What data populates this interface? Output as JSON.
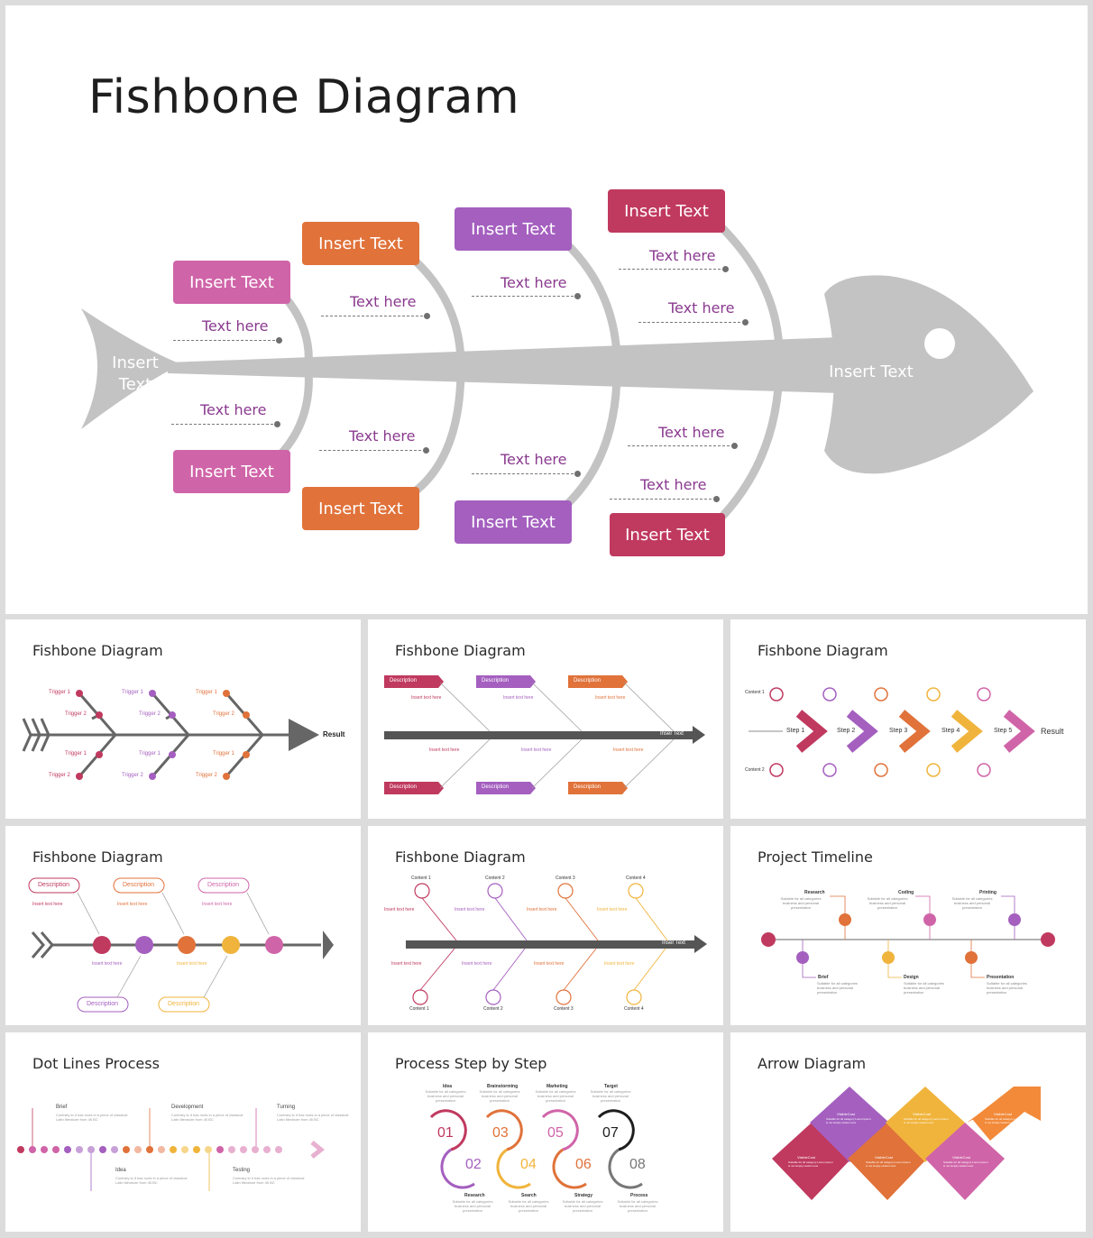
{
  "hero": {
    "title": "Fishbone Diagram",
    "tail_label": "Insert\nText",
    "head_label": "Insert Text",
    "boxes_top": [
      "Insert Text",
      "Insert Text",
      "Insert Text",
      "Insert Text"
    ],
    "boxes_bottom": [
      "Insert Text",
      "Insert Text",
      "Insert Text",
      "Insert Text"
    ],
    "lines_top": [
      "Text here",
      "Text here",
      "Text here",
      "Text here",
      "Text here"
    ],
    "lines_bottom": [
      "Text here",
      "Text here",
      "Text here",
      "Text here",
      "Text here"
    ]
  },
  "colors": {
    "pink": "#d064a8",
    "orange": "#e0723a",
    "purple": "#a45fbf",
    "crimson": "#c0395f",
    "gold": "#f0b43c",
    "grey": "#c3c3c3"
  },
  "thumbnails": [
    {
      "title": "Fishbone Diagram",
      "kind": "fishbone-triggers",
      "result": "Result",
      "trigger1": "Trigger 1",
      "trigger2": "Trigger 2"
    },
    {
      "title": "Fishbone Diagram",
      "kind": "fishbone-arrow",
      "tag": "Description",
      "bar_label": "Inser Text",
      "line_text": "Insert text here"
    },
    {
      "title": "Fishbone Diagram",
      "kind": "chevron-steps",
      "steps": [
        "Step 1",
        "Step 2",
        "Step 3",
        "Step 4",
        "Step 5"
      ],
      "result": "Result",
      "content1": "Content 1",
      "content2": "Content 2"
    },
    {
      "title": "Fishbone Diagram",
      "kind": "icon-spine",
      "tag": "Description",
      "line_text": "Insert text here"
    },
    {
      "title": "Fishbone Diagram",
      "kind": "content-spine",
      "bar_label": "Inser Text",
      "contents": [
        "Content 1",
        "Content 2",
        "Content 3",
        "Content 4"
      ],
      "line_text": "Insert text here"
    },
    {
      "title": "Project Timeline",
      "kind": "timeline",
      "top": [
        "Research",
        "Coding",
        "Printing"
      ],
      "bottom": [
        "Brief",
        "Design",
        "Presentation"
      ],
      "desc": "Suitable for all categories business and personal presentation"
    },
    {
      "title": "Dot Lines Process",
      "kind": "dots",
      "top": [
        "Brief",
        "Development",
        "Turning"
      ],
      "bottom": [
        "Idea",
        "Testing"
      ],
      "desc": "Contrary to it has roots in a piece of classical Latin literature from 45 BC"
    },
    {
      "title": "Process Step by Step",
      "kind": "loops",
      "nums": [
        "01",
        "02",
        "03",
        "04",
        "05",
        "06",
        "07",
        "08"
      ],
      "top": [
        "Idea",
        "Brainstorming",
        "Marketing",
        "Target"
      ],
      "bottom": [
        "Research",
        "Search",
        "Strategy",
        "Process"
      ],
      "desc": "Suitable for all categories business and personal presentation"
    },
    {
      "title": "Arrow Diagram",
      "kind": "arrows",
      "label": "VisibleCost",
      "desc": "Suitable for all category Lorem Ipsum is not simply random text"
    }
  ]
}
